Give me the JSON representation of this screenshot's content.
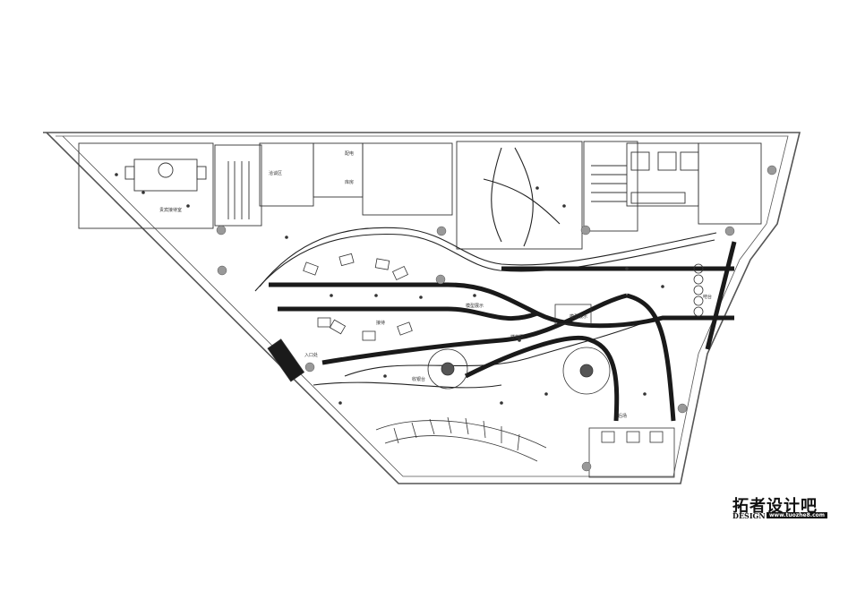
{
  "watermark": {
    "title": "拓者设计吧",
    "design": "DESIGN",
    "url": "www.tuozhe8.com"
  },
  "labels": {
    "vip_room": "贵宾接待室",
    "entrance_left": "入口处",
    "bar": "吧台",
    "display_area": "模型展示",
    "display_area_2": "模型展示",
    "cashier": "收银台",
    "logistics": "后场",
    "reception": "接待",
    "staircase_note": "楼梯区",
    "electrical": "配电",
    "warehouse": "库房",
    "reading": "洽谈区"
  },
  "colors": {
    "line": "#222222",
    "rail": "#1a1a1a",
    "column": "#999999",
    "wall": "#555555"
  }
}
